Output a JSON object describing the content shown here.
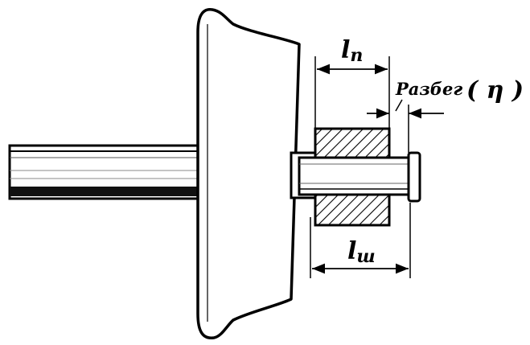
{
  "labels": {
    "hub_length": "l",
    "hub_length_sub": "п",
    "play": "Разбег",
    "play_symbol": "( η )",
    "journal_length": "l",
    "journal_length_sub": "ш"
  }
}
